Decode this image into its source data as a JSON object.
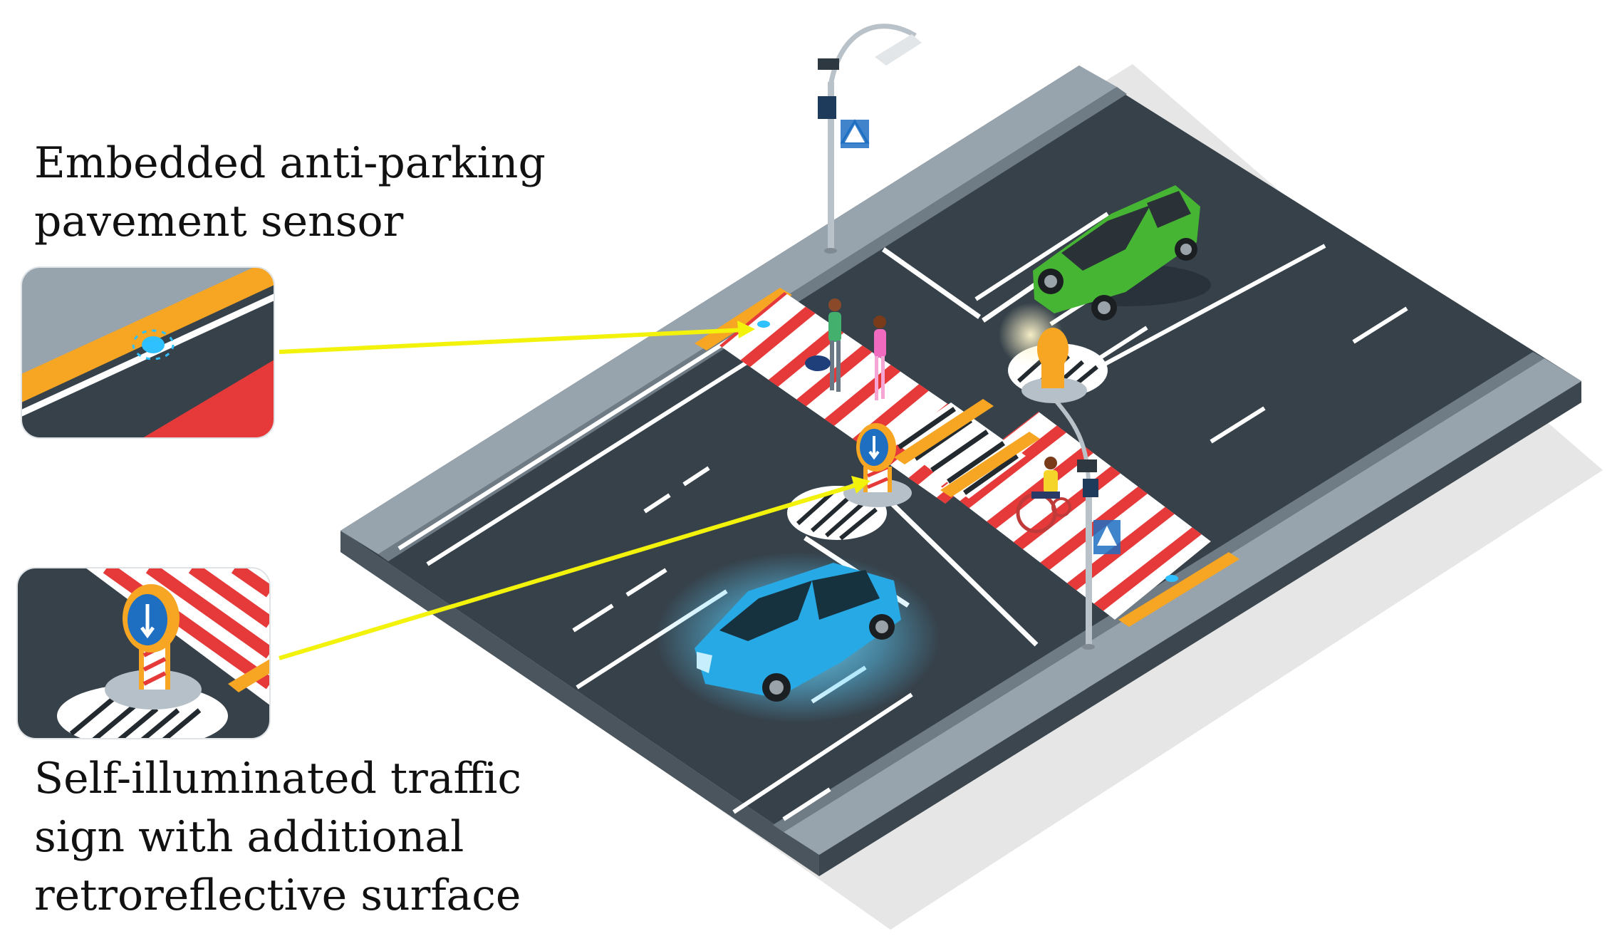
{
  "labels": {
    "sensor": {
      "line1": "Embedded anti-parking",
      "line2": "pavement sensor"
    },
    "sign": {
      "line1": "Self-illuminated traffic",
      "line2": "sign with additional",
      "line3": "retroreflective surface"
    }
  },
  "colors": {
    "asphalt": "#36414a",
    "curb": "#97a3ad",
    "curb_dark": "#5f6b74",
    "lane_marking": "#ffffff",
    "crossing_red": "#e63a3a",
    "crossing_white": "#ffffff",
    "accent_orange": "#f6a623",
    "arrow_yellow": "#f2f20a",
    "car_green": "#46b533",
    "car_blue": "#27a9e6",
    "sign_blue": "#1e6fc2"
  },
  "icons": {
    "sensor_callout": "pavement-sensor-icon",
    "sign_callout": "traffic-sign-icon",
    "street_lamp": "street-lamp-icon",
    "pedestrian_sign": "pedestrian-crossing-sign-icon"
  }
}
